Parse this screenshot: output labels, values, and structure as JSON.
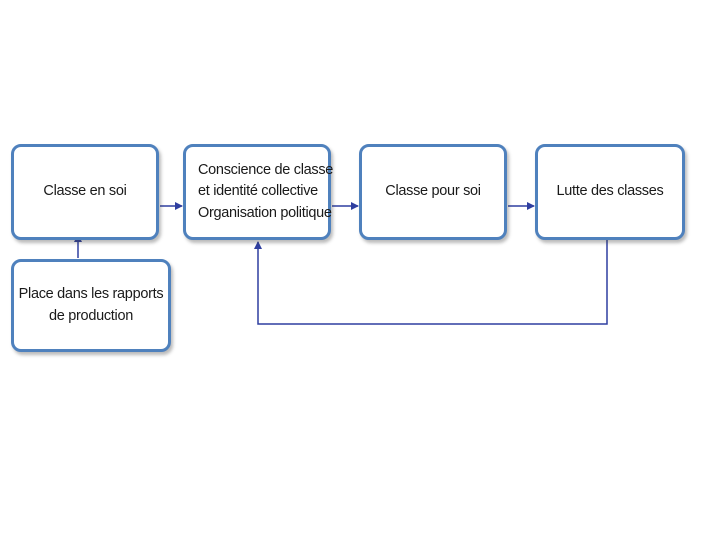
{
  "diagram": {
    "nodes": {
      "classe_en_soi": {
        "lines": [
          "Classe en soi"
        ]
      },
      "conscience": {
        "lines": [
          "Conscience de classe",
          "et identité collective",
          "Organisation politique"
        ]
      },
      "classe_pour_soi": {
        "lines": [
          "Classe pour soi"
        ]
      },
      "lutte": {
        "lines": [
          "Lutte des classes"
        ]
      },
      "place": {
        "lines": [
          "Place dans les rapports",
          "de production"
        ]
      }
    },
    "edges": [
      {
        "from": "place",
        "to": "classe_en_soi"
      },
      {
        "from": "classe_en_soi",
        "to": "conscience"
      },
      {
        "from": "conscience",
        "to": "classe_pour_soi"
      },
      {
        "from": "classe_pour_soi",
        "to": "lutte"
      },
      {
        "from": "lutte",
        "to": "conscience",
        "route": "feedback-loop"
      }
    ],
    "colors": {
      "box_border": "#4f81bd",
      "arrow": "#2f3fa0",
      "text": "#1a1a1a"
    }
  }
}
